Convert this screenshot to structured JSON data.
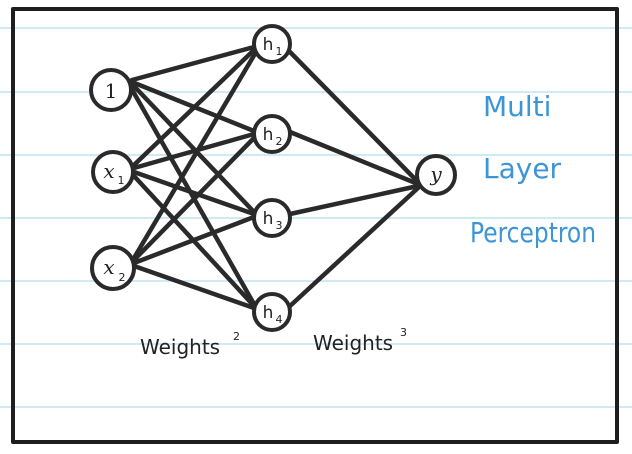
{
  "colors": {
    "ink": "#222222",
    "ruled_line": "#bfe3f2",
    "frame": "#1e1e1e",
    "title": "#3b95d6"
  },
  "nodes": {
    "bias": "1",
    "x1": {
      "base": "x",
      "sub": "1"
    },
    "x2": {
      "base": "x",
      "sub": "2"
    },
    "h1": {
      "base": "h",
      "sub": "1"
    },
    "h2": {
      "base": "h",
      "sub": "2"
    },
    "h3": {
      "base": "h",
      "sub": "3"
    },
    "h4": {
      "base": "h",
      "sub": "4"
    },
    "y": "y"
  },
  "weights": {
    "layer2": {
      "label": "Weights",
      "sup": "2"
    },
    "layer3": {
      "label": "Weights",
      "sup": "3"
    }
  },
  "title": {
    "line1": "Multi",
    "line2": "Layer",
    "line3": "Perceptron"
  }
}
